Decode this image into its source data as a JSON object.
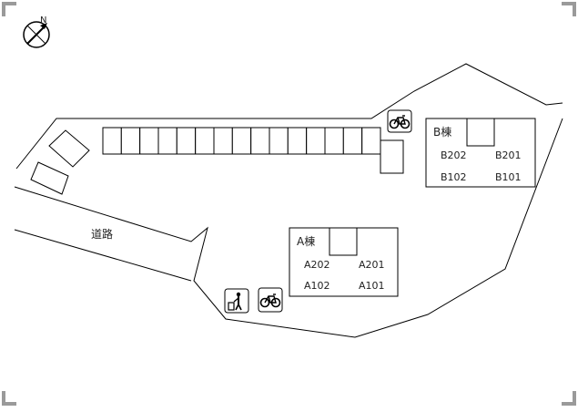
{
  "compass": {
    "letter": "N",
    "icon": "compass-north-icon"
  },
  "road": {
    "label": "道路"
  },
  "parking": {
    "spaces": 15
  },
  "building_a": {
    "name": "A棟",
    "units": [
      "A202",
      "A201",
      "A102",
      "A101"
    ]
  },
  "building_b": {
    "name": "B棟",
    "units": [
      "B202",
      "B201",
      "B102",
      "B101"
    ]
  },
  "icons": {
    "bicycle": "bicycle-icon",
    "trash": "trash-bin-icon"
  },
  "colors": {
    "line": "#000000",
    "background": "#ffffff",
    "frame_corner": "#9a9a9a"
  }
}
